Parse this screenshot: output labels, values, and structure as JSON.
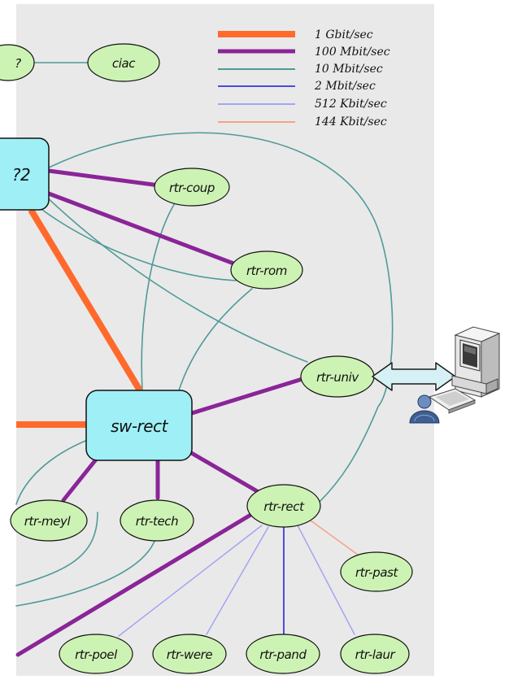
{
  "colors": {
    "panel": "#e9e9e9",
    "node_fill": "#cdf3b4",
    "switch_fill": "#9ff0f6",
    "link_1gbit": "#ff6a2c",
    "link_100mbit": "#8a2598",
    "link_10mbit": "#4f9a98",
    "link_2mbit": "#4b4bde",
    "link_512kbit": "#a4a4f4",
    "link_144kbit": "#f5a387"
  },
  "legend": [
    {
      "label": "1 Gbit/sec",
      "color": "#ff6a2c"
    },
    {
      "label": "100 Mbit/sec",
      "color": "#8a2598"
    },
    {
      "label": "10 Mbit/sec",
      "color": "#4f9a98"
    },
    {
      "label": "2 Mbit/sec",
      "color": "#4b4bde"
    },
    {
      "label": "512 Kbit/sec",
      "color": "#a4a4f4"
    },
    {
      "label": "144 Kbit/sec",
      "color": "#f5a387"
    }
  ],
  "nodes": {
    "partial_top": "?",
    "ciac": "ciac",
    "partial_switch": "?2",
    "rtr_coup": "rtr-coup",
    "rtr_rom": "rtr-rom",
    "rtr_univ": "rtr-univ",
    "sw_rect": "sw-rect",
    "rtr_meyl": "rtr-meyl",
    "rtr_tech": "rtr-tech",
    "rtr_rect": "rtr-rect",
    "rtr_past": "rtr-past",
    "rtr_poel": "rtr-poel",
    "rtr_were": "rtr-were",
    "rtr_pand": "rtr-pand",
    "rtr_laur": "rtr-laur"
  },
  "icons": {
    "workstation": "computer-icon",
    "user": "user-icon",
    "link_arrow": "double-arrow-icon"
  }
}
